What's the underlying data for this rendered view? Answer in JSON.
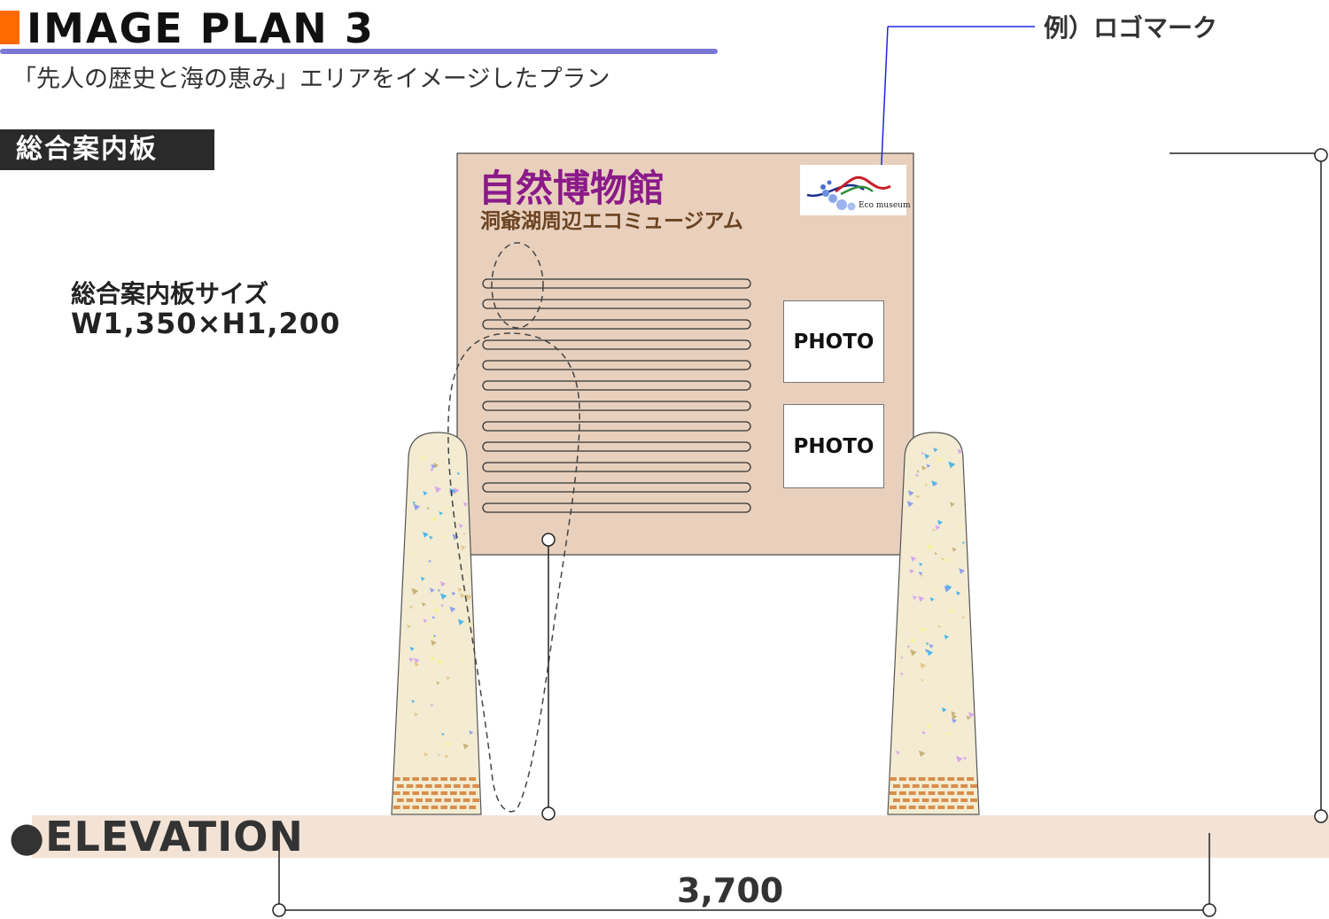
{
  "header": {
    "title": "IMAGE PLAN 3",
    "subtitle": "「先人の歴史と海の恵み」エリアをイメージしたプラン",
    "section_label": "総合案内板"
  },
  "size_info": {
    "label": "総合案内板サイズ",
    "value": "W1,350×H1,200"
  },
  "callout": {
    "logo_text": "例）ロゴマーク"
  },
  "board": {
    "title": "自然博物館",
    "subtitle": "洞爺湖周辺エコミュージアム",
    "photo_1": "PHOTO",
    "photo_2": "PHOTO",
    "logo_caption": "Eco museum",
    "text_line_count": 12
  },
  "elevation": {
    "label": "●ELEVATION",
    "dimension": "3,700"
  },
  "colors": {
    "accent_orange": "#ff6a00",
    "underline_purple": "#7b78d4",
    "board_fill": "#e8d0bd",
    "ground_fill": "#f2e3d6",
    "pillar_fill": "#f3ecd2",
    "board_title": "#8b1a89",
    "board_subtitle": "#6b4422",
    "callout_line": "#1d26e0"
  }
}
